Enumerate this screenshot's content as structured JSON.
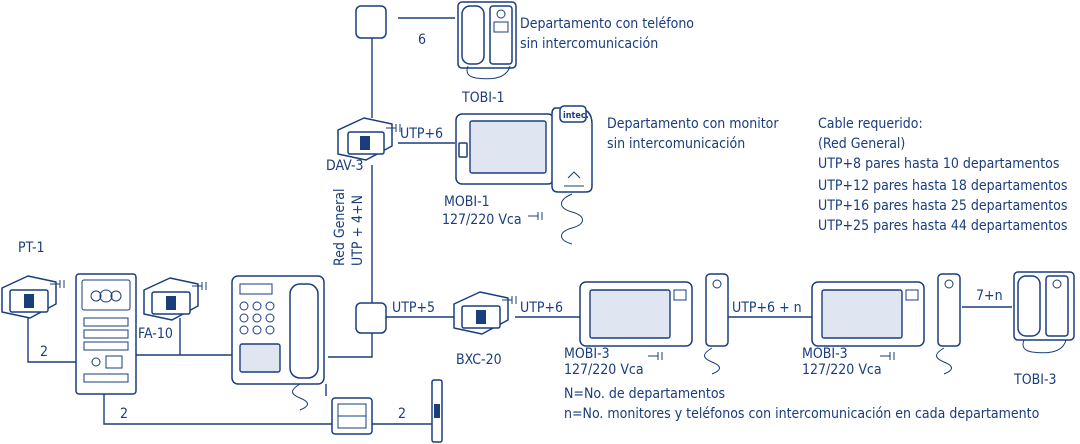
{
  "colors": {
    "line": "#1a3d7c",
    "background": "#ffffff"
  },
  "devices": {
    "tobi1": "TOBI-1",
    "dav3": "DAV-3",
    "mobi1": "MOBI-1",
    "mobi1_power": "127/220 Vca",
    "pt1": "PT-1",
    "fa10": "FA-10",
    "bxc20": "BXC-20",
    "mobi3a": "MOBI-3",
    "mobi3a_power": "127/220 Vca",
    "mobi3b": "MOBI-3",
    "mobi3b_power": "127/220 Vca",
    "tobi3": "TOBI-3",
    "monitor_brand": "intec."
  },
  "descriptions": {
    "tobi1_line1": "Departamento con teléfono",
    "tobi1_line2": "sin intercomunicación",
    "mobi1_line1": "Departamento con monitor",
    "mobi1_line2": "sin intercomunicación"
  },
  "cables": {
    "six": "6",
    "utp6_top": "UTP+6",
    "red_general_line1": "Red General",
    "red_general_line2": "UTP + 4+N",
    "utp5": "UTP+5",
    "utp6_bxc": "UTP+6",
    "utp6n": "UTP+6 + n",
    "sevenn": "7+n",
    "pt1_two": "2",
    "bottom_two": "2",
    "lock_two": "2"
  },
  "cable_info": {
    "heading": "Cable requerido:",
    "subheading": "(Red General)",
    "lines": [
      "UTP+8 pares hasta 10 departamentos",
      "UTP+12 pares hasta 18 departamentos",
      "UTP+16 pares hasta 25 departamentos",
      "UTP+25 pares hasta 44 departamentos"
    ]
  },
  "legend": {
    "N": "N=No. de departamentos",
    "n": "n=No. monitores y teléfonos con intercomunicación en cada departamento"
  }
}
